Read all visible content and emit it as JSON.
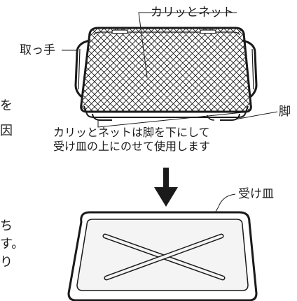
{
  "labels": {
    "net": "カリッとネット",
    "handle": "取っ手",
    "legs": "脚",
    "tray": "受け皿"
  },
  "instruction": {
    "line1": "カリッとネットは脚を下にして",
    "line2": "受け皿の上にのせて使用します"
  },
  "left_edge_fragments": [
    "を",
    "因",
    "ち",
    "す。",
    "り"
  ],
  "colors": {
    "ink": "#1a1a1a",
    "net_fill": "#ffffff",
    "tray_inner": "#f4f4f4"
  },
  "icons": {
    "arrow": "down-arrow-icon"
  }
}
